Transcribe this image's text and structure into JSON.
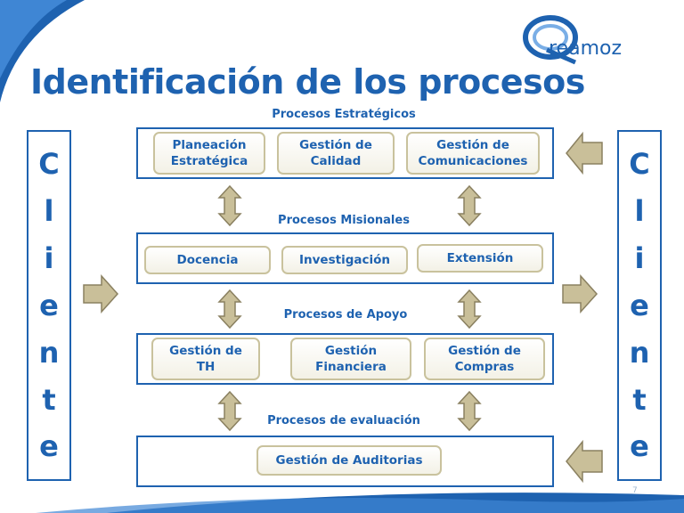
{
  "title": "Identificación de los procesos",
  "logo": {
    "text": "reamoz",
    "initial": "Q"
  },
  "cliente_left": [
    "C",
    "l",
    "i",
    "e",
    "n",
    "t",
    "e"
  ],
  "cliente_right": [
    "C",
    "l",
    "i",
    "e",
    "n",
    "t",
    "e"
  ],
  "sections": {
    "estrategicos": {
      "label": "Procesos Estratégicos",
      "items": [
        "Planeación\nEstratégica",
        "Gestión de\nCalidad",
        "Gestión de\nComunicaciones"
      ]
    },
    "misionales": {
      "label": "Procesos Misionales",
      "items": [
        "Docencia",
        "Investigación",
        "Extensión"
      ]
    },
    "apoyo": {
      "label": "Procesos de Apoyo",
      "items": [
        "Gestión de\nTH",
        "Gestión\nFinanciera",
        "Gestión de\nCompras"
      ]
    },
    "evaluacion": {
      "label": "Procesos de evaluación",
      "items": [
        "Gestión de Auditorias"
      ]
    }
  },
  "page_number": "7",
  "colors": {
    "primary": "#1e62b0",
    "arrow_fill": "#c9bf99",
    "arrow_stroke": "#8a8060",
    "pill_border": "#c9c29d"
  }
}
